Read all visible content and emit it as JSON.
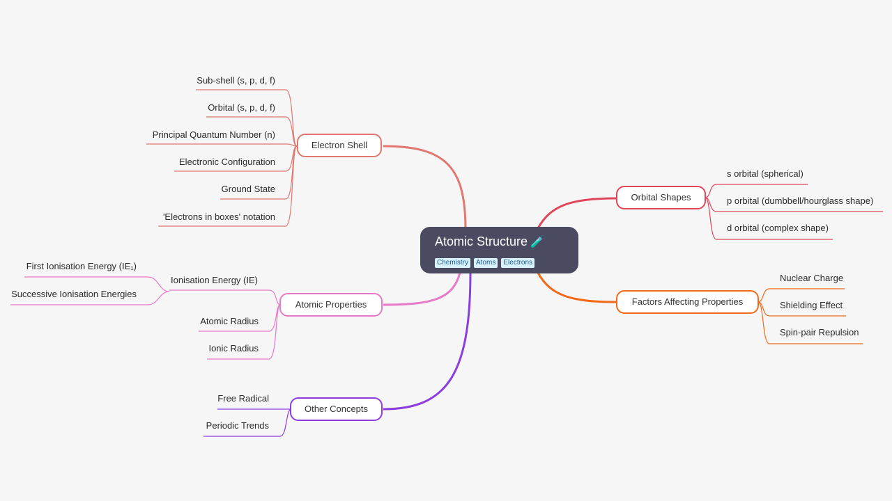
{
  "root": {
    "title": "Atomic Structure",
    "icon": "🧪",
    "tags": [
      "Chemistry",
      "Atoms",
      "Electrons"
    ]
  },
  "branches": [
    {
      "id": "electron-shell",
      "label": "Electron Shell",
      "color": "#e07770",
      "items": [
        "Sub-shell (s, p, d, f)",
        "Orbital (s, p, d, f)",
        "Principal Quantum Number (n)",
        "Electronic Configuration",
        "Ground State",
        "'Electrons in boxes' notation"
      ]
    },
    {
      "id": "atomic-properties",
      "label": "Atomic Properties",
      "color": "#e878c8",
      "items": [
        "Ionisation Energy (IE)",
        "Atomic Radius",
        "Ionic Radius"
      ],
      "sub_items": [
        "First Ionisation Energy (IE₁)",
        "Successive Ionisation Energies"
      ]
    },
    {
      "id": "other-concepts",
      "label": "Other Concepts",
      "color": "#8c3de0",
      "items": [
        "Free Radical",
        "Periodic Trends"
      ]
    },
    {
      "id": "orbital-shapes",
      "label": "Orbital Shapes",
      "color": "#e0465a",
      "items": [
        "s orbital (spherical)",
        "p orbital (dumbbell/hourglass shape)",
        "d orbital (complex shape)"
      ]
    },
    {
      "id": "factors-affecting-properties",
      "label": "Factors Affecting Properties",
      "color": "#f06a1a",
      "items": [
        "Nuclear Charge",
        "Shielding Effect",
        "Spin-pair Repulsion"
      ]
    }
  ]
}
